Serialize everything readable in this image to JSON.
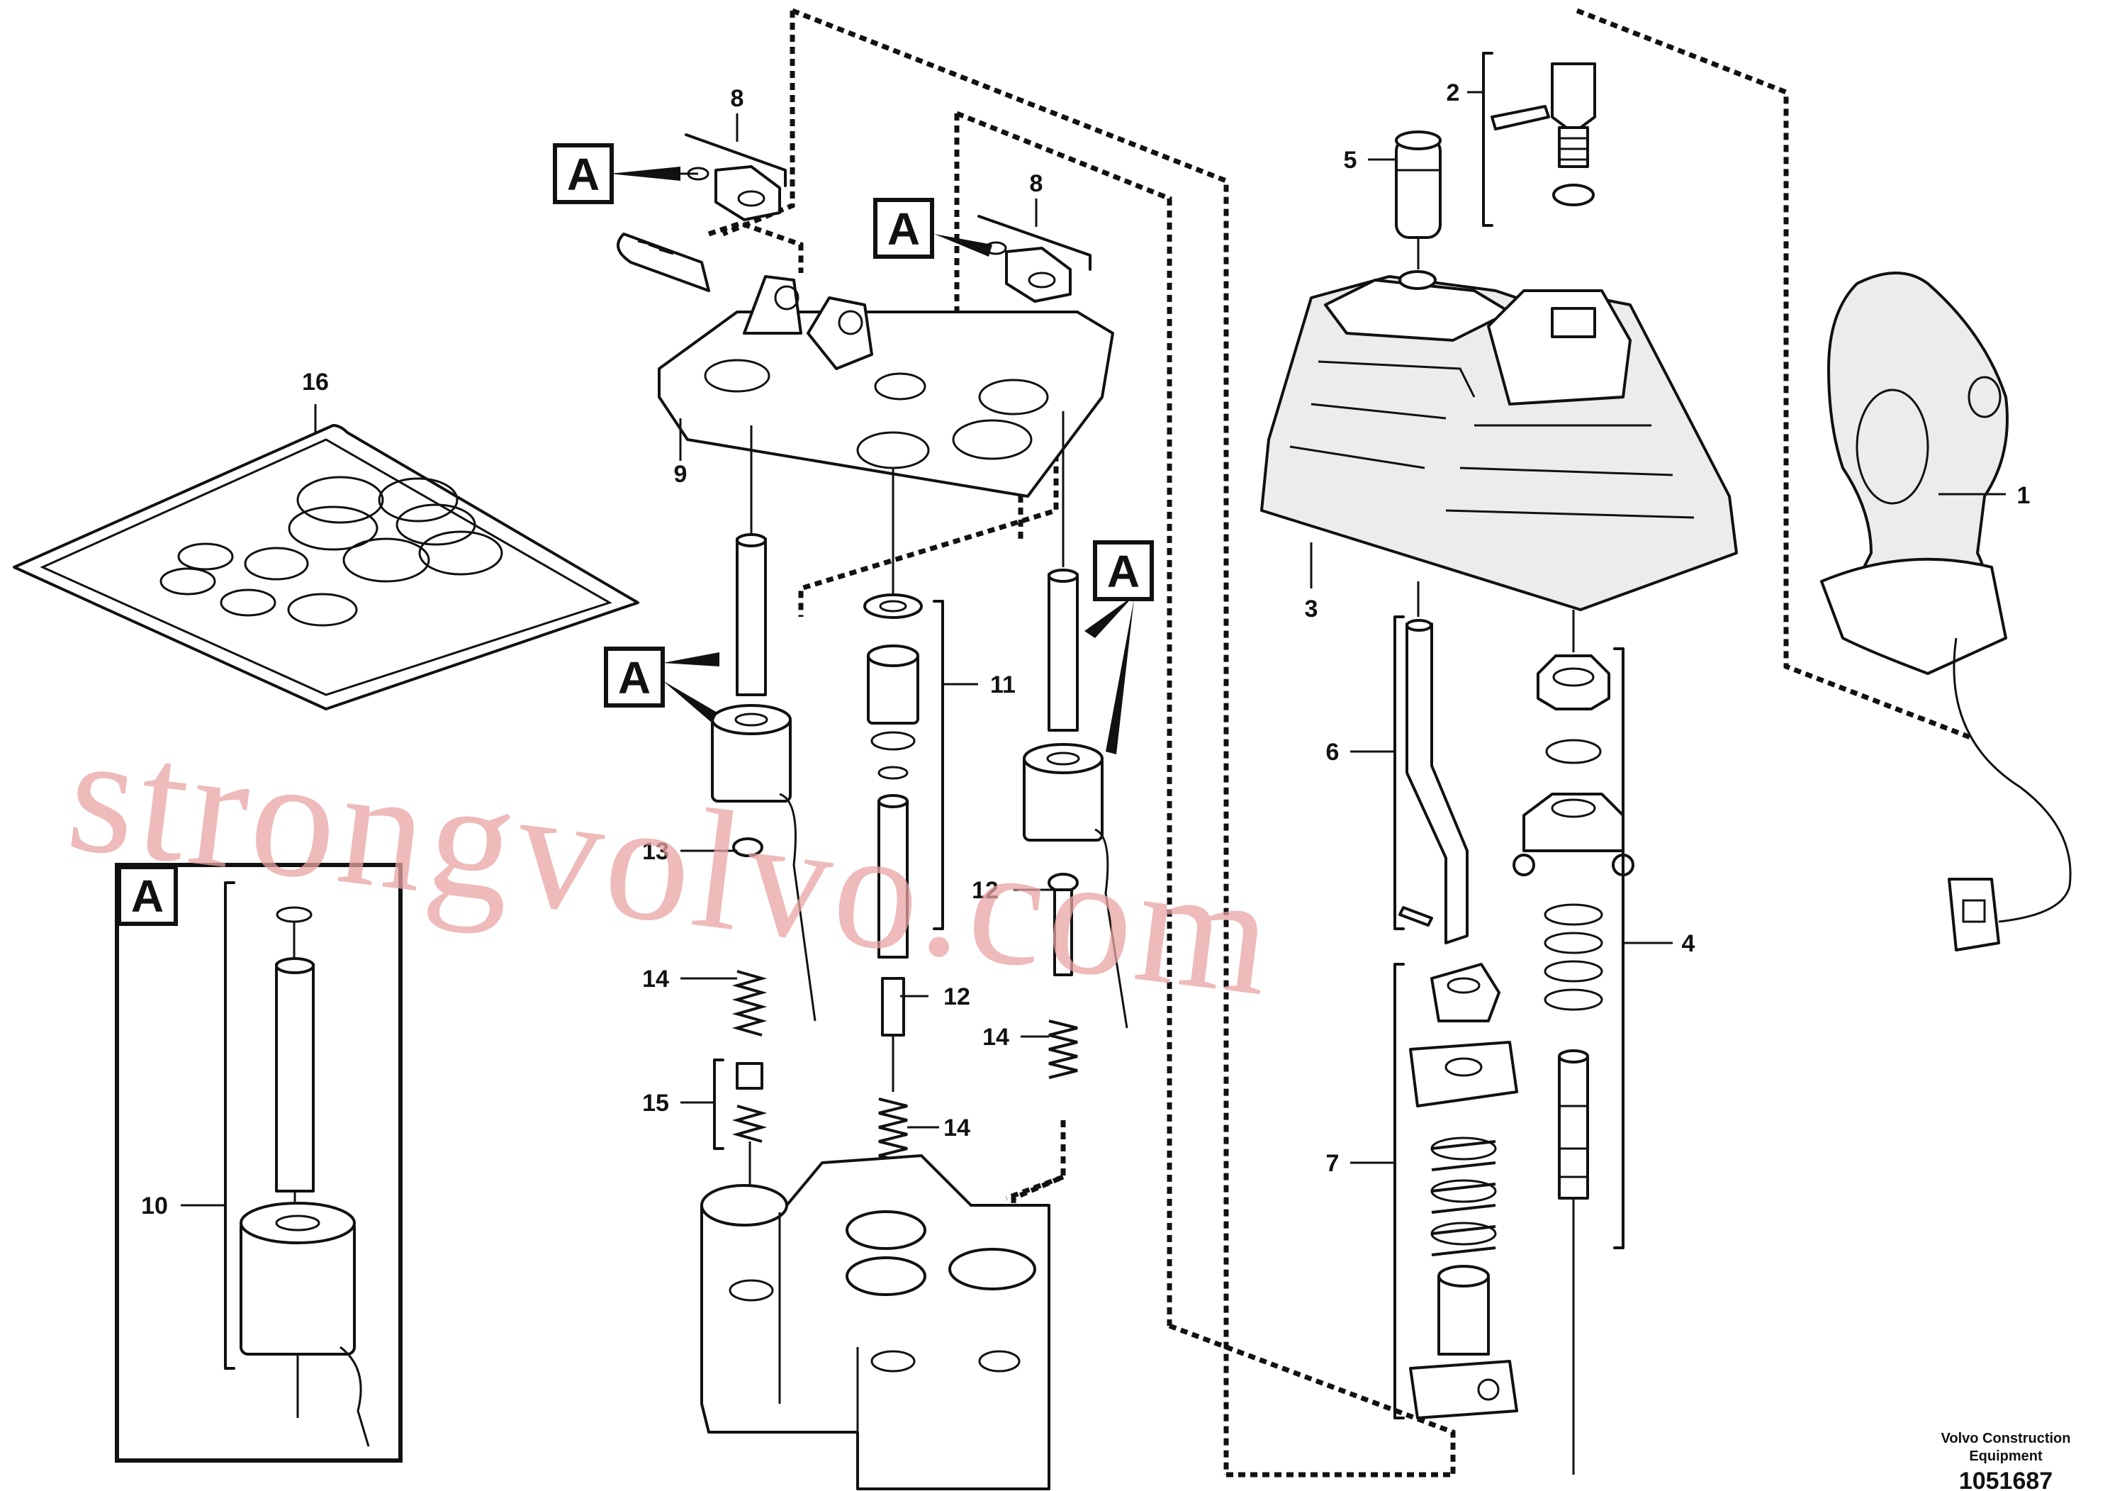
{
  "callouts": {
    "c1": "1",
    "c2": "2",
    "c3": "3",
    "c4": "4",
    "c5": "5",
    "c6": "6",
    "c7": "7",
    "c8a": "8",
    "c8b": "8",
    "c9": "9",
    "c10": "10",
    "c11": "11",
    "c12a": "12",
    "c12b": "12",
    "c13": "13",
    "c14a": "14",
    "c14b": "14",
    "c14c": "14",
    "c15": "15",
    "c16": "16"
  },
  "detail_marker": "A",
  "watermark": "strongvolvo.com",
  "credit": {
    "line1": "Volvo Construction",
    "line2": "Equipment"
  },
  "document_number": "1051687"
}
